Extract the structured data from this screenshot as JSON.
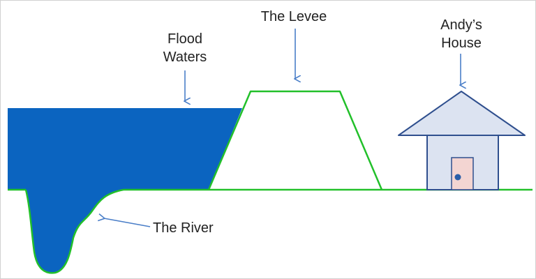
{
  "labels": {
    "flood_line1": "Flood",
    "flood_line2": "Waters",
    "levee": "The Levee",
    "house_line1": "Andy’s",
    "house_line2": "House",
    "river": "The River"
  },
  "colors": {
    "water": "#0b64c0",
    "ground": "#22c02a",
    "house_fill": "#dce3f1",
    "house_stroke": "#2f4f8e",
    "door_fill": "#f3d5d2",
    "door_knob": "#2a5ea8",
    "arrow": "#4a7ec8"
  }
}
